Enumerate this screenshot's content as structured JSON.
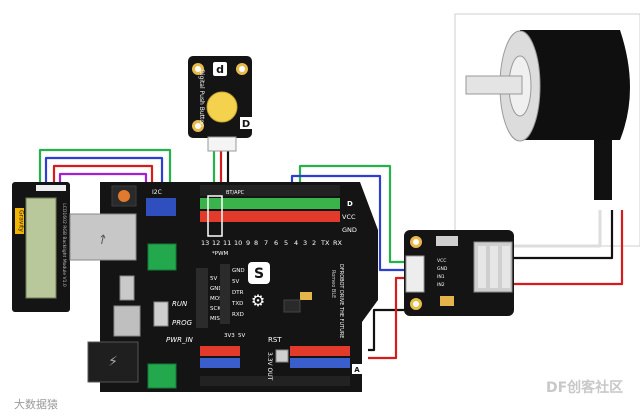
{
  "button_module": {
    "label": "Digital Push Button",
    "letter": "D",
    "logo_letter": "d"
  },
  "lcd_module": {
    "side_label": "LCD1602 RGB Backlight Module V1.0",
    "tag": "Gravity"
  },
  "board": {
    "header_d_label": "D",
    "header_a_label": "A",
    "vcc_label": "VCC",
    "gnd_label": "GND",
    "i2c_label": "I2C",
    "pin_numbers": [
      "13",
      "12",
      "11",
      "10",
      "9",
      "8",
      "7",
      "6",
      "5",
      "4",
      "3",
      "2",
      "TX",
      "RX"
    ],
    "pwm_label": "~PWM",
    "pwm_legend": "*PWM",
    "bt_apc_label": "BT/APC",
    "run_label": "RUN",
    "prog_label": "PROG",
    "pwr_in_label": "PWR_IN",
    "rst_label": "RST",
    "v33_label": "3V3",
    "v5_label": "5V",
    "vout_label": "3.3V OUT",
    "right_block_labels": [
      "GND",
      "5V",
      "DTR",
      "TXD",
      "RXD"
    ],
    "left_block_labels": [
      "5V",
      "GND",
      "MOSI",
      "SCK",
      "MISO"
    ],
    "brand": "DFROBOT DRIVE THE FUTURE",
    "model": "Romeo BLE"
  },
  "driver_module": {
    "port_labels": [
      "VCC",
      "GND",
      "IN1",
      "IN2"
    ]
  },
  "watermark_left": "大数据猿",
  "watermark_right": "DF创客社区",
  "colors": {
    "board": "#141414",
    "header_red": "#e23b2c",
    "header_green": "#39b34a",
    "header_blue": "#3a5fcd",
    "terminal_green": "#23a84e",
    "module_yellow": "#f2b400",
    "wire_green": "#26b24b",
    "wire_blue": "#2c3fd1",
    "wire_red": "#d71a1a",
    "wire_purple": "#a31fd1",
    "wire_black": "#111111",
    "wire_white": "#dddddd"
  }
}
